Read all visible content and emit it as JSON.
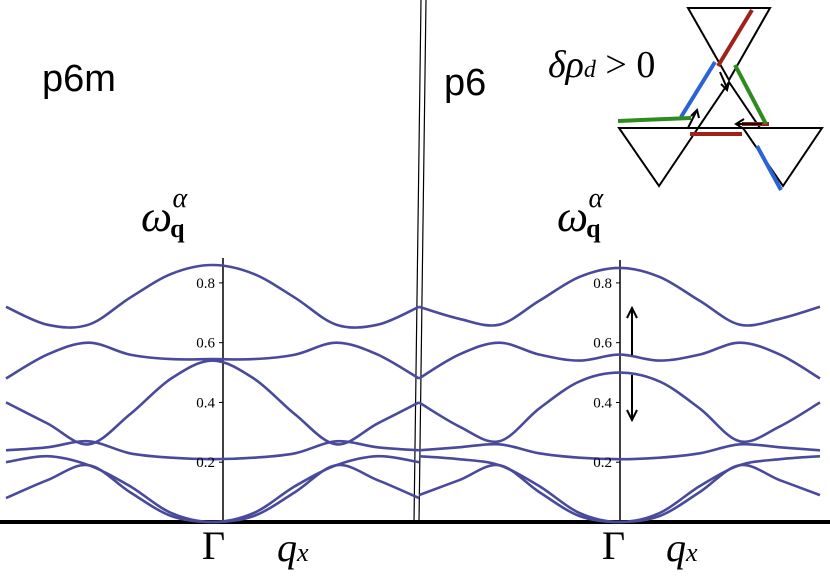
{
  "panels": [
    {
      "title": "p6m",
      "ylabel": "ω",
      "ylabel_sup": "α",
      "ylabel_sub": "q",
      "center_label": "Γ",
      "xlabel": "q",
      "xlabel_sub": "x"
    },
    {
      "title": "p6",
      "ylabel": "ω",
      "ylabel_sup": "α",
      "ylabel_sub": "q",
      "center_label": "Γ",
      "xlabel": "q",
      "xlabel_sub": "x"
    }
  ],
  "inset": {
    "annotation": "δρ",
    "annotation_sub": "d",
    "annotation_rest": " > 0"
  },
  "colors": {
    "band": "#4a4a9c",
    "red": "#a0201a",
    "blue": "#2a62d8",
    "green": "#2e8c1e"
  },
  "chart_data": [
    {
      "type": "line",
      "title": "p6m",
      "ylim": [
        0,
        0.9
      ],
      "x": [
        -1,
        -0.8,
        -0.6,
        -0.4,
        -0.2,
        0,
        0.2,
        0.4,
        0.6,
        0.8,
        1
      ],
      "yticks": [
        "0.2",
        "0.4",
        "0.6",
        "0.8"
      ],
      "series": [
        {
          "values": [
            0.72,
            0.66,
            0.66,
            0.75,
            0.83,
            0.86,
            0.83,
            0.75,
            0.66,
            0.66,
            0.72
          ]
        },
        {
          "values": [
            0.48,
            0.56,
            0.6,
            0.56,
            0.545,
            0.545,
            0.545,
            0.56,
            0.6,
            0.56,
            0.48
          ]
        },
        {
          "values": [
            0.4,
            0.33,
            0.26,
            0.36,
            0.48,
            0.54,
            0.48,
            0.36,
            0.26,
            0.33,
            0.4
          ]
        },
        {
          "values": [
            0.24,
            0.25,
            0.27,
            0.23,
            0.215,
            0.21,
            0.215,
            0.23,
            0.27,
            0.25,
            0.24
          ]
        },
        {
          "values": [
            0.2,
            0.22,
            0.19,
            0.12,
            0.03,
            0,
            0.03,
            0.12,
            0.19,
            0.22,
            0.2
          ]
        },
        {
          "values": [
            0.08,
            0.14,
            0.19,
            0.1,
            0.02,
            0,
            0.02,
            0.1,
            0.19,
            0.14,
            0.08
          ]
        }
      ]
    },
    {
      "type": "line",
      "title": "p6",
      "ylim": [
        0,
        0.9
      ],
      "x": [
        -1,
        -0.8,
        -0.6,
        -0.4,
        -0.2,
        0,
        0.2,
        0.4,
        0.6,
        0.8,
        1
      ],
      "yticks": [
        "0.2",
        "0.4",
        "0.6",
        "0.8"
      ],
      "series": [
        {
          "values": [
            0.72,
            0.68,
            0.66,
            0.74,
            0.82,
            0.85,
            0.82,
            0.74,
            0.66,
            0.68,
            0.72
          ]
        },
        {
          "values": [
            0.48,
            0.56,
            0.6,
            0.56,
            0.54,
            0.56,
            0.54,
            0.56,
            0.6,
            0.56,
            0.48
          ]
        },
        {
          "values": [
            0.4,
            0.32,
            0.27,
            0.38,
            0.47,
            0.5,
            0.47,
            0.38,
            0.27,
            0.32,
            0.4
          ]
        },
        {
          "values": [
            0.24,
            0.25,
            0.26,
            0.23,
            0.215,
            0.21,
            0.215,
            0.23,
            0.26,
            0.25,
            0.24
          ]
        },
        {
          "values": [
            0.22,
            0.21,
            0.19,
            0.12,
            0.03,
            0,
            0.03,
            0.12,
            0.19,
            0.21,
            0.22
          ]
        },
        {
          "values": [
            0.09,
            0.14,
            0.19,
            0.1,
            0.02,
            0,
            0.02,
            0.1,
            0.19,
            0.14,
            0.09
          ]
        }
      ]
    }
  ]
}
